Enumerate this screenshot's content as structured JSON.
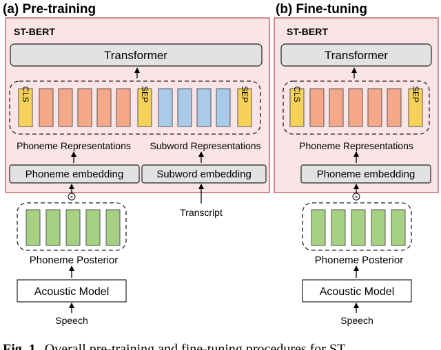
{
  "panels": {
    "a": {
      "title": "(a) Pre-training",
      "box_label": "ST-BERT",
      "transformer": "Transformer",
      "phoneme_repr": "Phoneme Representations",
      "subword_repr": "Subword Representations",
      "phoneme_emb": "Phoneme embedding",
      "subword_emb": "Subword embedding",
      "transcript": "Transcript",
      "posterior": "Phoneme Posterior",
      "acoustic": "Acoustic Model",
      "speech": "Speech"
    },
    "b": {
      "title": "(b) Fine-tuning",
      "box_label": "ST-BERT",
      "transformer": "Transformer",
      "phoneme_repr": "Phoneme Representations",
      "phoneme_emb": "Phoneme embedding",
      "posterior": "Phoneme Posterior",
      "acoustic": "Acoustic Model",
      "speech": "Speech"
    }
  },
  "tokens": {
    "cls": "CLS",
    "sep": "SEP"
  },
  "multiply_symbol": "×",
  "caption": {
    "label": "Fig. 1.",
    "text": "Overall pre-training and fine-tuning procedures for ST"
  },
  "colors": {
    "st_bert_fill": "#f9e4e6",
    "st_bert_border": "#c8696f",
    "grey_box": "#e2e2e2",
    "cls_sep": "#f7d25a",
    "phoneme_token": "#f6a98a",
    "subword_token": "#a9cbe9",
    "posterior": "#a6d182"
  }
}
